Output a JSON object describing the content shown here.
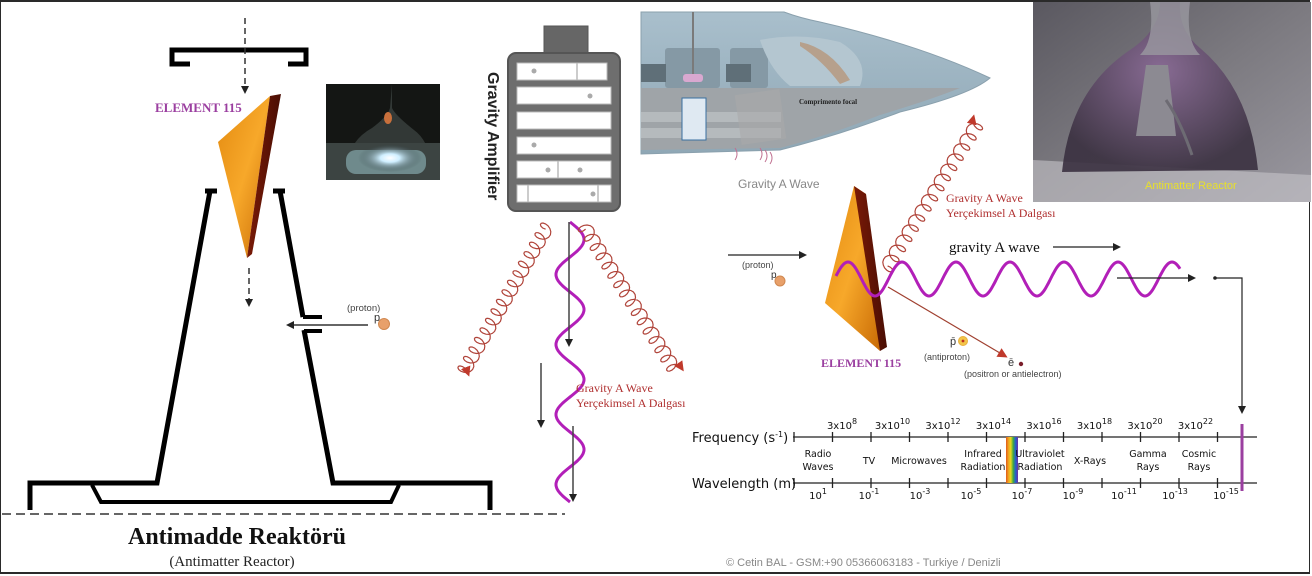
{
  "reactor": {
    "element_label": "ELEMENT 115",
    "proton_label": "(proton)",
    "proton_symbol": "p",
    "title": "Antimadde Reaktörü",
    "subtitle": "(Antimatter Reactor)"
  },
  "amplifier": {
    "title": "Gravity Amplifier",
    "wave_label_en": "Gravity A Wave",
    "wave_label_tr": "Yerçekimsel A Dalgası"
  },
  "craft": {
    "annotation": "Comprimento focal",
    "wave_label": "Gravity A Wave"
  },
  "photo_reactor": {
    "caption": "Antimatter Reactor"
  },
  "interaction": {
    "proton_label": "(proton)",
    "proton_symbol": "p",
    "wave_label_en": "Gravity A Wave",
    "wave_label_tr": "Yerçekimsel A Dalgası",
    "gravity_wave_label": "gravity A wave",
    "element_label": "ELEMENT 115",
    "antiproton_symbol": "p̄",
    "antiproton_label": "(antiproton)",
    "positron_symbol": "ē",
    "positron_label": "(positron or antielectron)"
  },
  "spectrum": {
    "frequency_label": "Frequency (s",
    "frequency_unit_sup": "-1",
    "frequency_label_end": ")",
    "wavelength_label": "Wavelength (m)",
    "frequency_ticks": [
      {
        "base": "3x10",
        "exp": "8"
      },
      {
        "base": "3x10",
        "exp": "10"
      },
      {
        "base": "3x10",
        "exp": "12"
      },
      {
        "base": "3x10",
        "exp": "14"
      },
      {
        "base": "3x10",
        "exp": "16"
      },
      {
        "base": "3x10",
        "exp": "18"
      },
      {
        "base": "3x10",
        "exp": "20"
      },
      {
        "base": "3x10",
        "exp": "22"
      }
    ],
    "wavelength_ticks": [
      {
        "base": "10",
        "exp": "1"
      },
      {
        "base": "10",
        "exp": "-1"
      },
      {
        "base": "10",
        "exp": "-3"
      },
      {
        "base": "10",
        "exp": "-5"
      },
      {
        "base": "10",
        "exp": "-7"
      },
      {
        "base": "10",
        "exp": "-9"
      },
      {
        "base": "10",
        "exp": "-11"
      },
      {
        "base": "10",
        "exp": "-13"
      },
      {
        "base": "10",
        "exp": "-15"
      }
    ],
    "bands": [
      {
        "line1": "Radio",
        "line2": "Waves"
      },
      {
        "line1": "TV",
        "line2": ""
      },
      {
        "line1": "Microwaves",
        "line2": ""
      },
      {
        "line1": "Infrared",
        "line2": "Radiation"
      },
      {
        "line1": "Ultraviolet",
        "line2": "Radiation"
      },
      {
        "line1": "X-Rays",
        "line2": ""
      },
      {
        "line1": "Gamma",
        "line2": "Rays"
      },
      {
        "line1": "Cosmic",
        "line2": "Rays"
      }
    ],
    "marker_color": "#9b3fa0"
  },
  "colors": {
    "wave_purple": "#b21fb8",
    "wave_red": "#b0443a",
    "label_red": "#b03030",
    "element_purple": "#9b3fa0",
    "caption_yellow": "#e8e02a"
  },
  "footer": {
    "copyright": "©  Cetin BAL - GSM:+90  05366063183 - Turkiye / Denizli"
  }
}
